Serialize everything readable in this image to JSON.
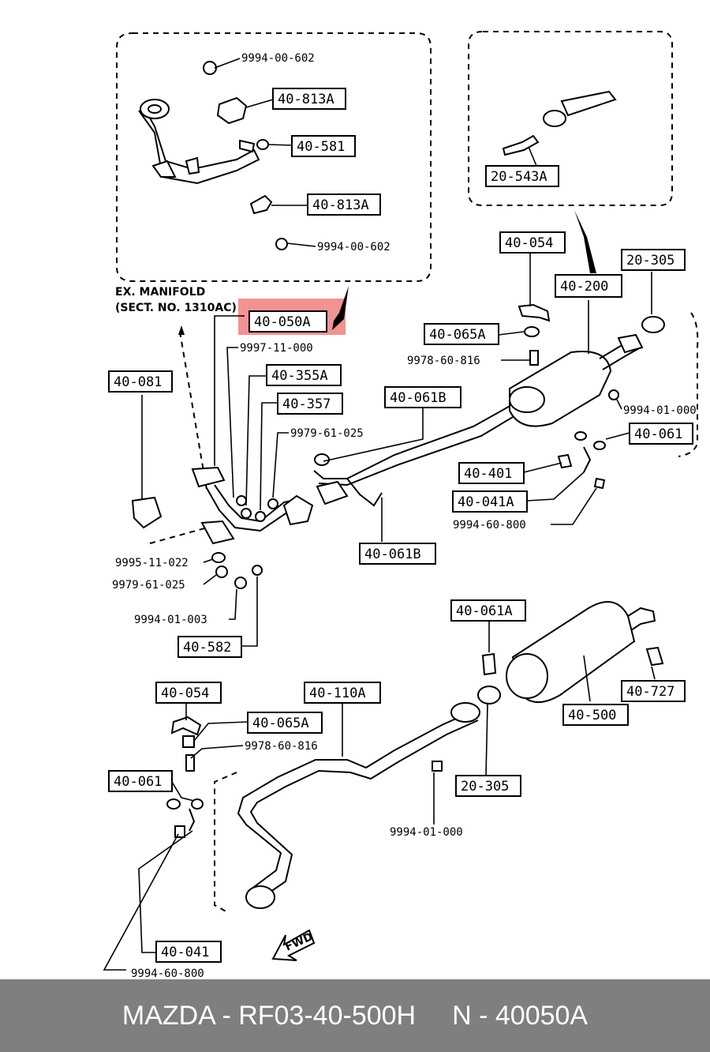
{
  "labels": {
    "l_40_813A_1": "40-813A",
    "l_40_581": "40-581",
    "l_40_813A_2": "40-813A",
    "l_20_543A": "20-543A",
    "l_40_054_top": "40-054",
    "l_40_200": "40-200",
    "l_20_305_top": "20-305",
    "l_40_050A": "40-050A",
    "l_40_065A_top": "40-065A",
    "l_40_355A": "40-355A",
    "l_40_357": "40-357",
    "l_40_081": "40-081",
    "l_40_061B_top": "40-061B",
    "l_40_061_top": "40-061",
    "l_40_401": "40-401",
    "l_40_041A": "40-041A",
    "l_40_061B": "40-061B",
    "l_40_582": "40-582",
    "l_40_061A": "40-061A",
    "l_40_054_bot": "40-054",
    "l_40_110A": "40-110A",
    "l_40_065A_bot": "40-065A",
    "l_40_727": "40-727",
    "l_40_500": "40-500",
    "l_40_061_bot": "40-061",
    "l_20_305_bot": "20-305",
    "l_40_041": "40-041"
  },
  "part_numbers": {
    "p_9994_00_602_a": "9994-00-602",
    "p_9994_00_602_b": "9994-00-602",
    "p_9997_11_000": "9997-11-000",
    "p_9978_60_816_top": "9978-60-816",
    "p_9994_01_000_top": "9994-01-000",
    "p_9979_61_025_top": "9979-61-025",
    "p_9994_60_800_top": "9994-60-800",
    "p_9995_11_022": "9995-11-022",
    "p_9979_61_025_bot": "9979-61-025",
    "p_9994_01_003": "9994-01-003",
    "p_9978_60_816_bot": "9978-60-816",
    "p_9994_01_000_bot": "9994-01-000",
    "p_9994_60_800_bot": "9994-60-800"
  },
  "captions": {
    "manifold_line1": "EX. MANIFOLD",
    "manifold_line2": "(SECT. NO. 1310AC)",
    "fwd": "FWD"
  },
  "footer": {
    "left": "MAZDA - RF03-40-500H",
    "right": "N - 40050A"
  },
  "colors": {
    "highlight": "#f08080",
    "footer_bg": "#7f7f7f",
    "footer_text": "#ffffff"
  }
}
